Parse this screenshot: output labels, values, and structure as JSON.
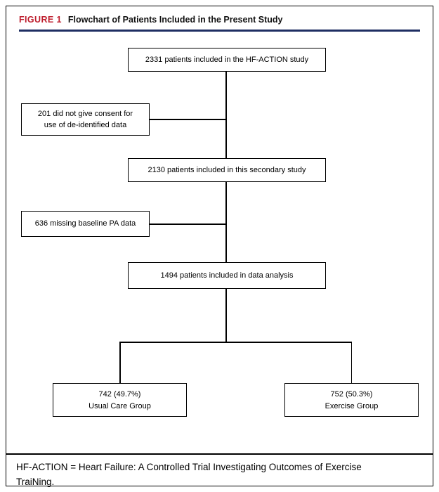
{
  "figure": {
    "label": "FIGURE 1",
    "title": "Flowchart of Patients Included in the Present Study"
  },
  "nodes": {
    "total": "2331 patients included in the HF-ACTION study",
    "consent_line1": "201 did not give consent for",
    "consent_line2": "use of de-identified data",
    "secondary": "2130 patients included in this secondary study",
    "missing": "636 missing baseline PA data",
    "analysis": "1494 patients included in data analysis",
    "usual_count": "742 (49.7%)",
    "usual_label": "Usual Care Group",
    "exercise_count": "752 (50.3%)",
    "exercise_label": "Exercise Group"
  },
  "footnote": "HF-ACTION = Heart Failure: A Controlled Trial Investigating Outcomes of Exercise TraiNing.",
  "colors": {
    "figure_label_red": "#BE1E2D",
    "header_rule_navy": "#1E2E62",
    "line_black": "#000000"
  }
}
